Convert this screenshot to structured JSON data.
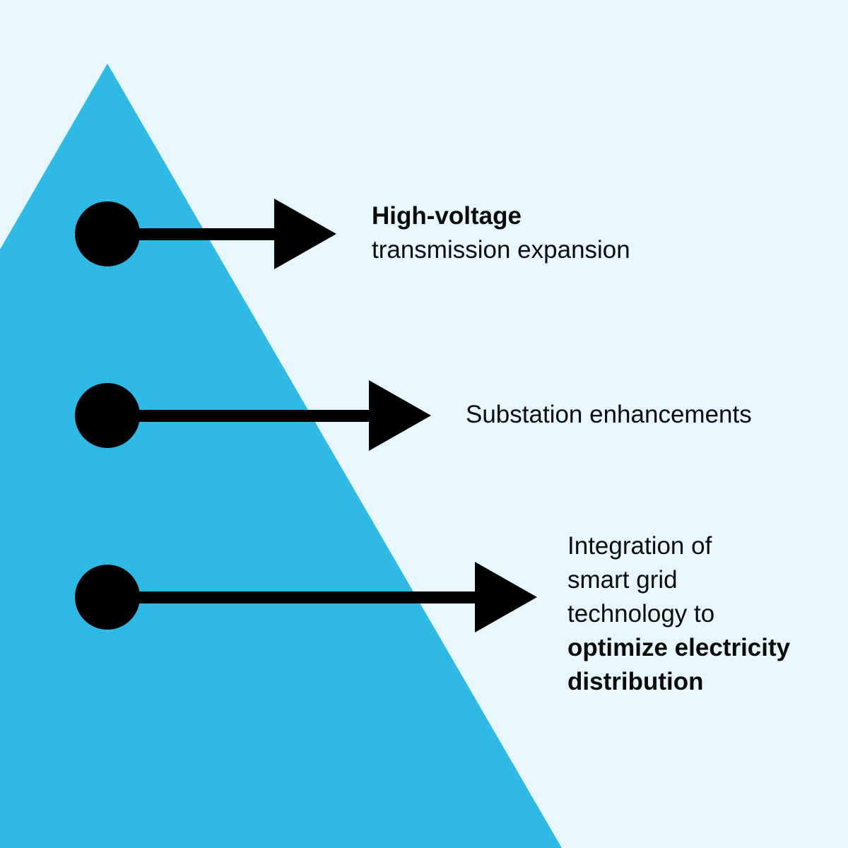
{
  "colors": {
    "background": "#e8f7fd",
    "triangle": "#2fbae6",
    "ink": "#000000",
    "text": "#0a0a0a"
  },
  "items": [
    {
      "bold_lead": "High-voltage",
      "rest": "transmission expansion"
    },
    {
      "text": "Substation enhancements"
    },
    {
      "lines": [
        "Integration of",
        "smart grid",
        "technology to"
      ],
      "bold_lines": [
        "optimize electricity",
        "distribution"
      ]
    }
  ],
  "icons": [
    "circle-marker-icon",
    "arrow-right-icon"
  ]
}
